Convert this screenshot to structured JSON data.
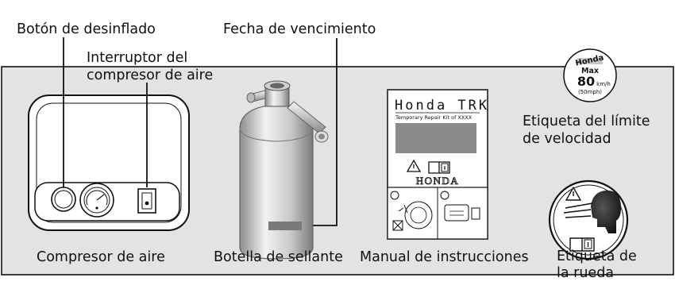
{
  "callouts": {
    "deflate_button": "Botón de desinflado",
    "compressor_switch": "Interruptor del compresor de aire",
    "expiration_date": "Fecha de vencimiento"
  },
  "captions": {
    "compressor": "Compresor de aire",
    "sealant_bottle": "Botella de sellante",
    "manual": "Manual de instrucciones",
    "speed_label": "Etiqueta del límite de velocidad",
    "wheel_label": "Etiqueta de la rueda"
  },
  "manual_cover": {
    "title": "Honda TRK",
    "subtitle": "Temporary Repair Kit of XXXX",
    "brand": "HONDA"
  },
  "speed_sticker": {
    "brand": "Honda",
    "max": "Max",
    "speed": "80",
    "speed_unit": "km/h",
    "speed_alt": "(50mph)"
  },
  "colors": {
    "panel_background": "#e3e3e3",
    "border": "#111111",
    "callout_line": "#111111"
  }
}
